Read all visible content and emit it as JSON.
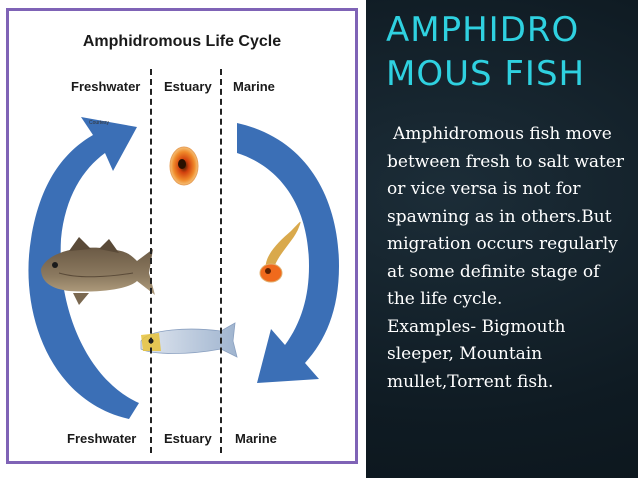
{
  "diagram": {
    "title": "Amphidromous Life Cycle",
    "top_labels": [
      "Freshwater",
      "Estuary",
      "Marine"
    ],
    "bottom_labels": [
      "Freshwater",
      "Estuary",
      "Marine"
    ],
    "tiny_label": "Courtesy"
  },
  "slide": {
    "title": "AMPHIDRO MOUS FISH",
    "body_lines": [
      "Amphidromous fish move between fresh to salt water or vice versa is not for spawning as in others.But migration occurs regularly at some definite stage of the life cycle.",
      "Examples- Bigmouth sleeper, Mountain mullet,Torrent fish."
    ]
  },
  "colors": {
    "accent": "#2fd1e0",
    "frame": "#7f63b6",
    "arrow": "#3b6fb6"
  }
}
